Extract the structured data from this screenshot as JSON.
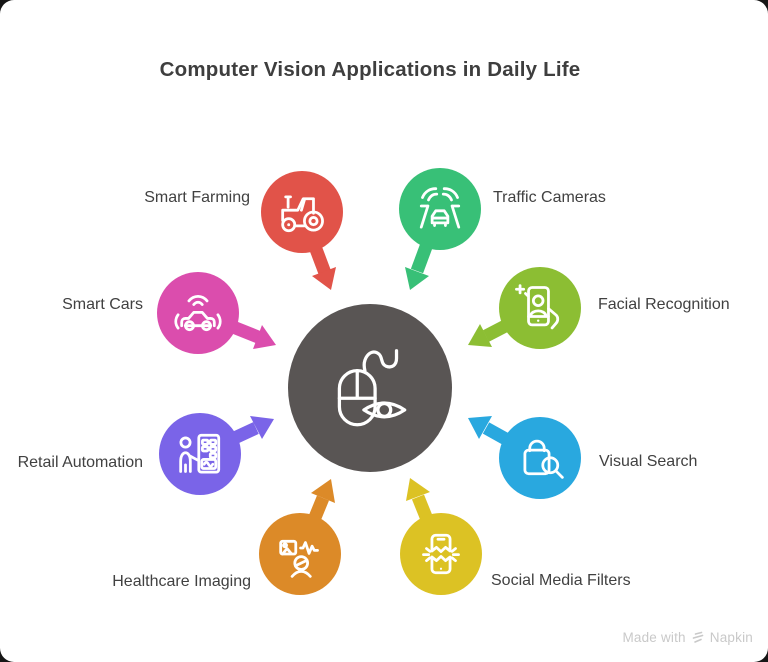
{
  "title": "Computer Vision Applications in Daily Life",
  "background_color": "#FFFFFF",
  "text_color": "#414141",
  "center": {
    "name": "computer-vision-hub",
    "icon": "mouse-eye-icon",
    "color": "#595554"
  },
  "nodes": [
    {
      "label": "Smart Farming",
      "icon": "tractor-icon",
      "color": "#E15349",
      "side": "top-left"
    },
    {
      "label": "Traffic Cameras",
      "icon": "traffic-camera-icon",
      "color": "#38C077",
      "side": "top-right"
    },
    {
      "label": "Smart Cars",
      "icon": "connected-car-icon",
      "color": "#DB4DAD",
      "side": "left"
    },
    {
      "label": "Facial Recognition",
      "icon": "face-scan-phone-icon",
      "color": "#8CBE33",
      "side": "right"
    },
    {
      "label": "Retail Automation",
      "icon": "retail-kiosk-icon",
      "color": "#7A64E8",
      "side": "left"
    },
    {
      "label": "Visual Search",
      "icon": "bag-magnifier-icon",
      "color": "#29A8DF",
      "side": "right"
    },
    {
      "label": "Healthcare Imaging",
      "icon": "medical-scan-icon",
      "color": "#DC8A28",
      "side": "bottom-left"
    },
    {
      "label": "Social Media Filters",
      "icon": "phone-filter-icon",
      "color": "#DCC224",
      "side": "bottom-right"
    }
  ],
  "watermark": {
    "text": "Made with",
    "brand": "Napkin",
    "icon": "napkin-logo-icon",
    "color": "#C9C9C9"
  }
}
